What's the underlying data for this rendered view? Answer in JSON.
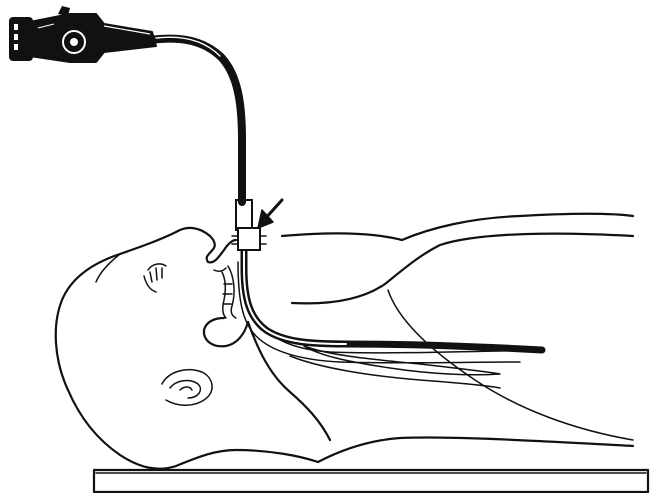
{
  "figure": {
    "line_color": "#111111",
    "background_color": "#ffffff",
    "parts": [
      {
        "id": "endoscope-handpiece",
        "icon": "endoscope-eyepiece-icon"
      },
      {
        "id": "flexible-cable",
        "icon": "cable-icon"
      },
      {
        "id": "insertion-tube",
        "icon": "insertion-tube-icon"
      },
      {
        "id": "bite-block",
        "icon": "mouthpiece-icon"
      },
      {
        "id": "pointer-arrow",
        "icon": "arrow-icon"
      },
      {
        "id": "patient-head",
        "icon": "head-profile-icon"
      },
      {
        "id": "patient-body",
        "icon": "torso-outline-icon"
      },
      {
        "id": "airway-lumen",
        "icon": "airway-icon"
      },
      {
        "id": "esophagus",
        "icon": "esophagus-icon"
      },
      {
        "id": "table",
        "icon": "table-icon"
      }
    ]
  }
}
